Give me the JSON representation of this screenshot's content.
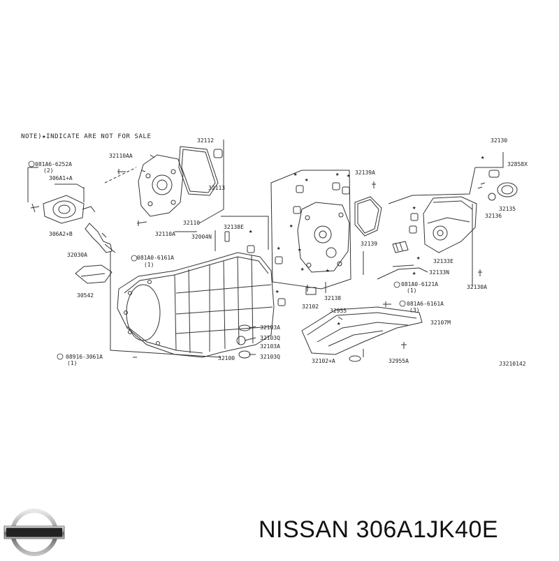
{
  "diagram": {
    "note": "NOTE)★INDICATE ARE NOT FOR SALE",
    "drawing_id": "J3210142",
    "part_labels": [
      "32112",
      "32110AA",
      "081A6-6252A",
      "(2)",
      "306A1+A",
      "32113",
      "32110",
      "32110A",
      "306A2+B",
      "32004N",
      "32030A",
      "081A0-6161A",
      "(1)",
      "30542",
      "32138E",
      "32103A",
      "32103Q",
      "32103A",
      "32103Q",
      "32100",
      "08916-3061A",
      "(1)",
      "32139A",
      "32139",
      "32138",
      "32102",
      "32955",
      "32102+A",
      "32955A",
      "32130",
      "32858X",
      "32135",
      "32136",
      "32133E",
      "32133N",
      "081A0-6121A",
      "(1)",
      "32130A",
      "081A6-6161A",
      "(3)",
      "32107M"
    ]
  },
  "caption": {
    "brand": "NISSAN",
    "part_number": "306A1JK40E"
  },
  "logo": {
    "text": "NISSAN"
  }
}
